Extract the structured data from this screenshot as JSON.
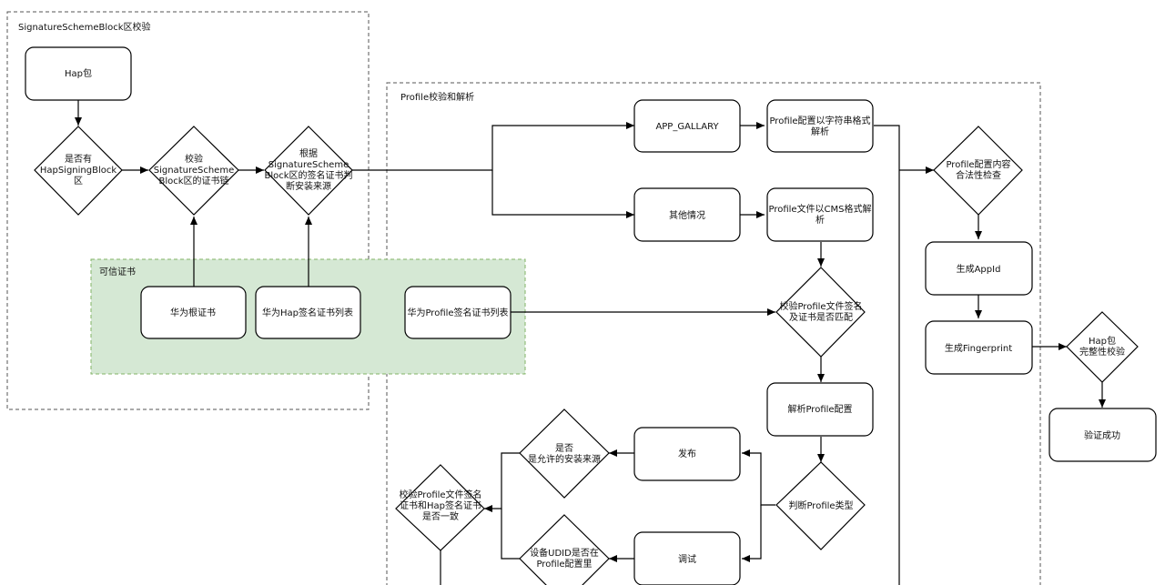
{
  "groups": {
    "sigblock": "SignatureSchemeBlock区校验",
    "profile": "Profile校验和解析",
    "trusted": "可信证书"
  },
  "nodes": {
    "hap": "Hap包",
    "has_block": [
      "是否有",
      "HapSigningBlock",
      "区"
    ],
    "verify_chain": [
      "校验",
      "SignatureScheme",
      "Block区的证书链"
    ],
    "install_source": [
      "根据",
      "SignatureScheme",
      "Block区的签名证书判",
      "断安装来源"
    ],
    "huawei_root": "华为根证书",
    "hap_cert_list": "华为Hap签名证书列表",
    "profile_cert_list": "华为Profile签名证书列表",
    "app_gallery": "APP_GALLARY",
    "other": "其他情况",
    "parse_string": [
      "Profile配置以字符串格式",
      "解析"
    ],
    "parse_cms": [
      "Profile文件以CMS格式解",
      "析"
    ],
    "verify_sig_match": [
      "校验Profile文件签名",
      "及证书是否匹配"
    ],
    "parse_profile": "解析Profile配置",
    "judge_type": "判断Profile类型",
    "release": "发布",
    "debug": "调试",
    "allowed_source": [
      "是否",
      "是允许的安装来源"
    ],
    "udid": [
      "设备UDID是否在",
      "Profile配置里"
    ],
    "cert_consistent": [
      "校验Profile文件签名",
      "证书和Hap签名证书",
      "是否一致"
    ],
    "legality": [
      "Profile配置内容",
      "合法性检查"
    ],
    "gen_appid": "生成AppId",
    "gen_fingerprint": "生成Fingerprint",
    "integrity": [
      "Hap包",
      "完整性校验"
    ],
    "success": "验证成功"
  }
}
